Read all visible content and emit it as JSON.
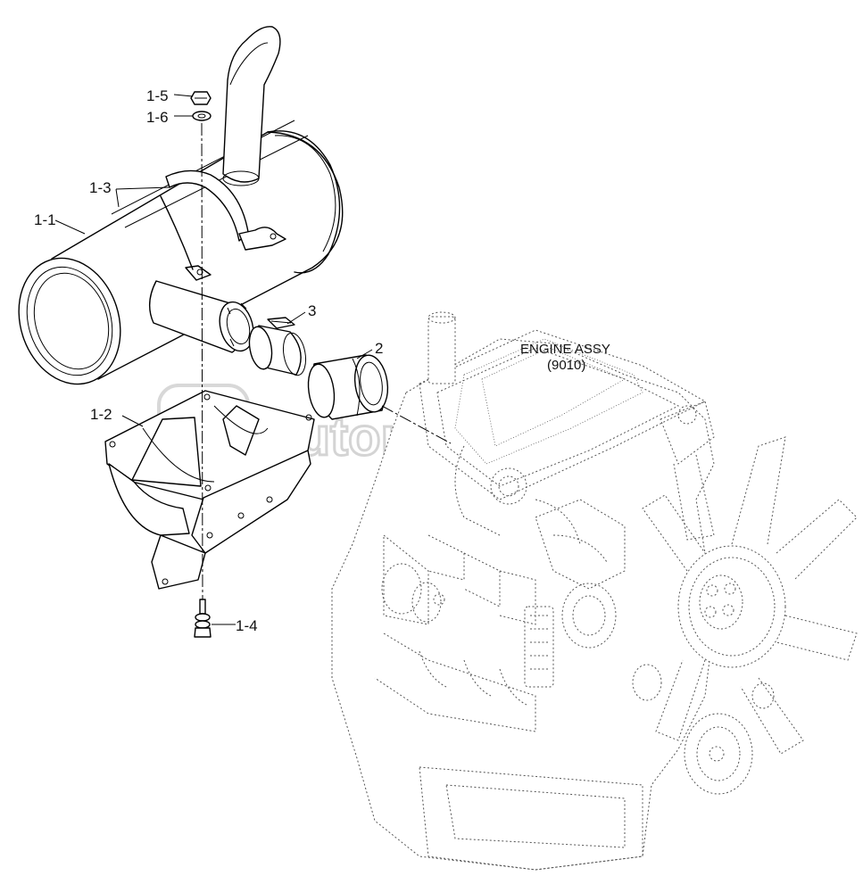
{
  "labels": {
    "p1_1": "1-1",
    "p1_2": "1-2",
    "p1_3": "1-3",
    "p1_4": "1-4",
    "p1_5": "1-5",
    "p1_6": "1-6",
    "p2": "2",
    "p3": "3"
  },
  "engine": {
    "line1": "ENGINE ASSY",
    "line2": "(9010)"
  },
  "watermark": {
    "text": "autopiter.ru"
  }
}
